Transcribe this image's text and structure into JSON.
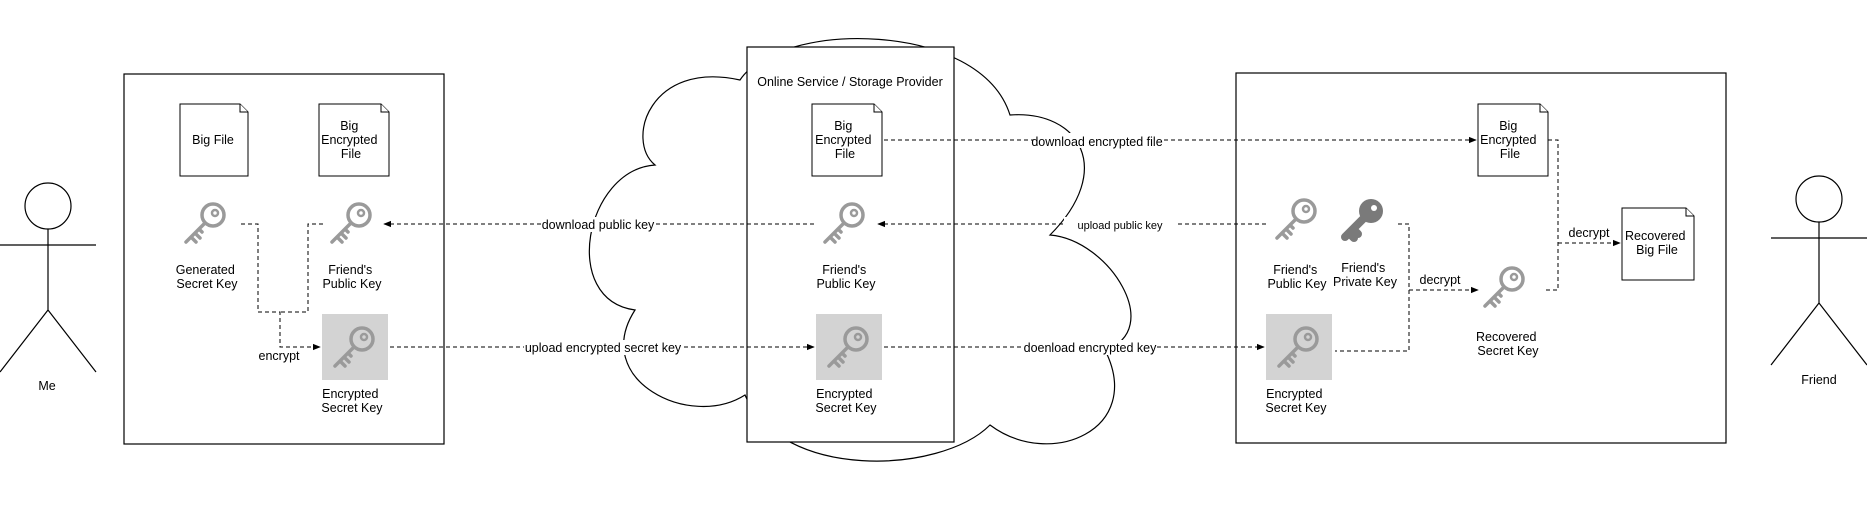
{
  "actors": {
    "me": "Me",
    "friend": "Friend"
  },
  "cloud": {
    "title": "Online Service / Storage Provider"
  },
  "left_panel": {
    "big_file": "Big File",
    "big_encrypted_file": [
      "Big",
      "Encrypted",
      "File"
    ],
    "generated_secret_key": [
      "Generated",
      "Secret Key"
    ],
    "friends_public_key": [
      "Friend's",
      "Public Key"
    ],
    "encrypted_secret_key": [
      "Encrypted",
      "Secret Key"
    ],
    "encrypt_label": "encrypt"
  },
  "center_panel": {
    "big_encrypted_file": [
      "Big",
      "Encrypted",
      "File"
    ],
    "friends_public_key": [
      "Friend's",
      "Public Key"
    ],
    "encrypted_secret_key": [
      "Encrypted",
      "Secret Key"
    ]
  },
  "right_panel": {
    "big_encrypted_file": [
      "Big",
      "Encrypted",
      "File"
    ],
    "friends_public_key": [
      "Friend's",
      "Public Key"
    ],
    "friends_private_key": [
      "Friend's",
      "Private Key"
    ],
    "encrypted_secret_key": [
      "Encrypted",
      "Secret Key"
    ],
    "recovered_secret_key": [
      "Recovered",
      "Secret Key"
    ],
    "recovered_big_file": [
      "Recovered",
      "Big File"
    ],
    "decrypt_label_1": "decrypt",
    "decrypt_label_2": "decrypt"
  },
  "flows": {
    "download_public_key": "download public key",
    "upload_public_key": "upload public key",
    "upload_encrypted_secret_key": "upload encrypted secret key",
    "download_encrypted_key": "doenload encrypted key",
    "download_encrypted_file": "download encrypted file"
  },
  "icons": {
    "key": "key-icon",
    "document": "document-icon",
    "person": "person-icon"
  }
}
